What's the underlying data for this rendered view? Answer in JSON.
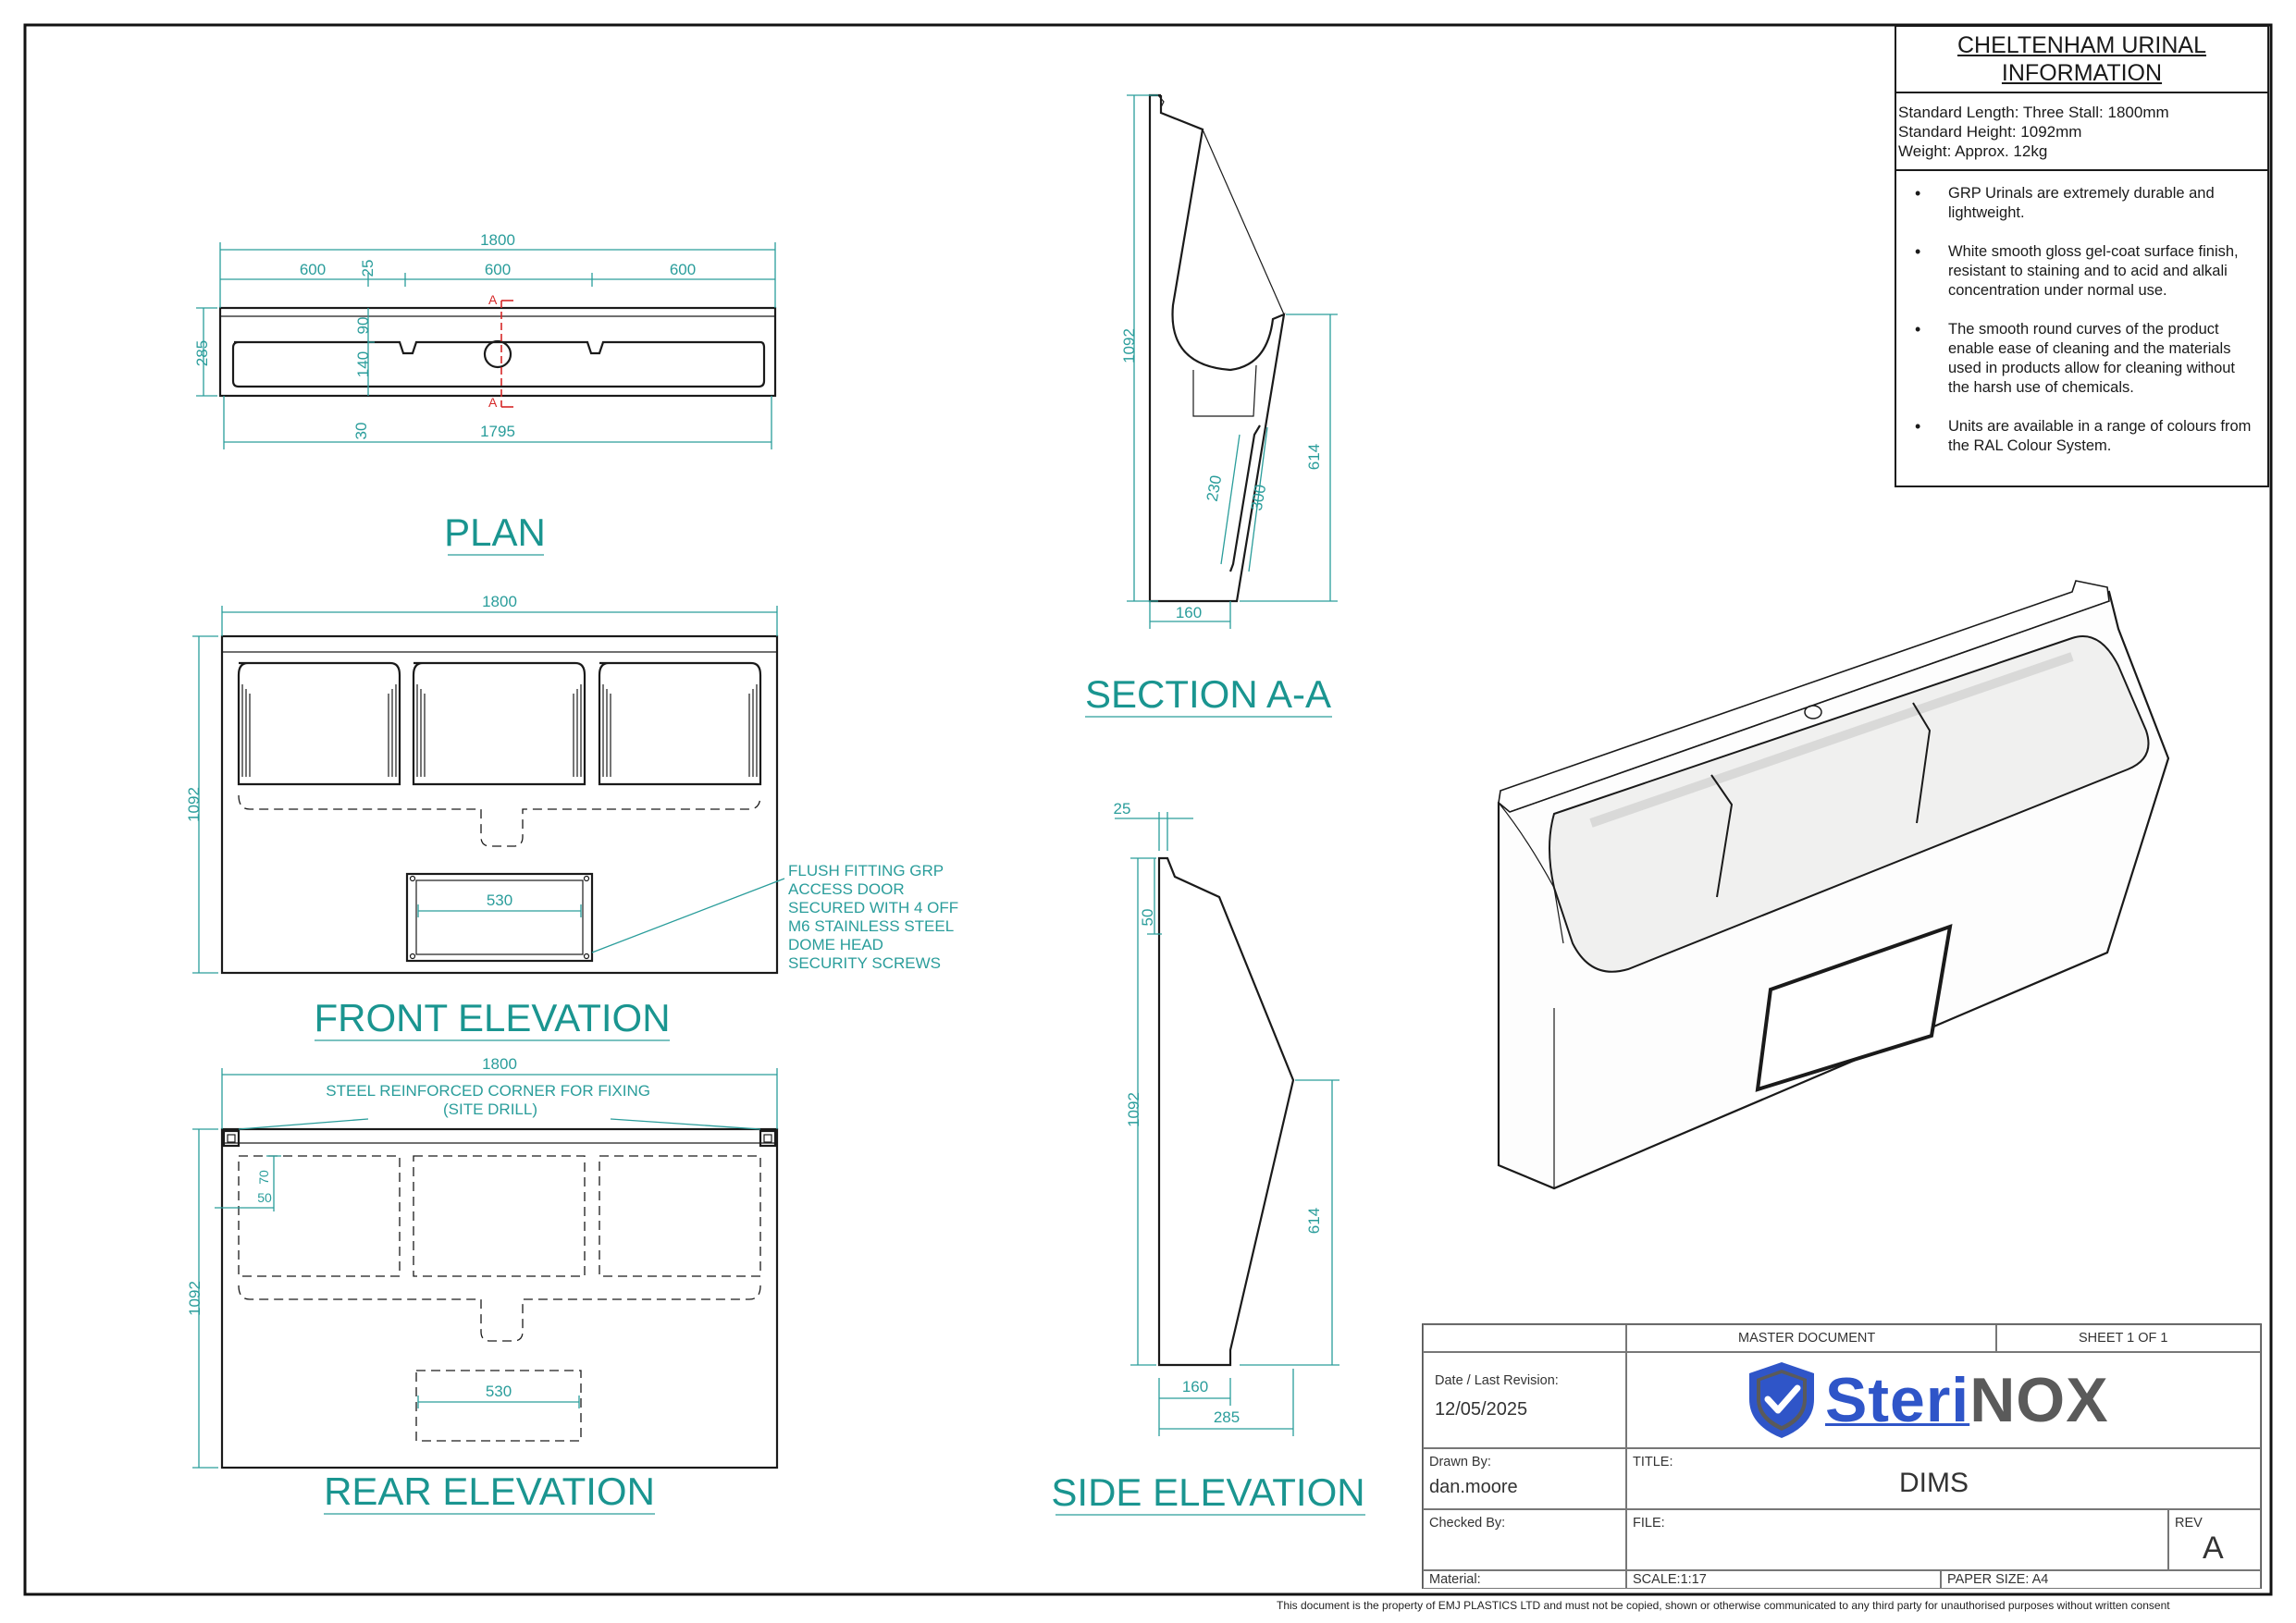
{
  "info": {
    "title_line1": "CHELTENHAM URINAL",
    "title_line2": "INFORMATION",
    "specs": [
      "Standard Length: Three Stall: 1800mm",
      "Standard Height: 1092mm",
      "Weight: Approx. 12kg"
    ],
    "bullets": [
      "GRP Urinals are extremely durable and lightweight.",
      "White smooth gloss gel-coat surface finish, resistant to staining and to acid and alkali concentration under normal use.",
      "The smooth round curves of the product enable ease of cleaning and the materials used in products allow for cleaning without the harsh use of chemicals.",
      "Units are available in a range of colours from the RAL Colour System."
    ]
  },
  "views": {
    "plan": "PLAN",
    "section": "SECTION A-A",
    "front": "FRONT ELEVATION",
    "rear": "REAR ELEVATION",
    "side": "SIDE ELEVATION"
  },
  "dims": {
    "plan": {
      "overall": "1800",
      "stall1": "600",
      "lip": "25",
      "stall2": "600",
      "stall3": "600",
      "depth": "285",
      "d90": "90",
      "d140": "140",
      "d30": "30",
      "bottom": "1795",
      "secA": "A"
    },
    "section": {
      "height": "1092",
      "d614": "614",
      "d230": "230",
      "d300": "300",
      "d160": "160"
    },
    "front": {
      "overall": "1800",
      "height": "1092",
      "door": "530"
    },
    "rear": {
      "overall": "1800",
      "height": "1092",
      "d70": "70",
      "d50": "50",
      "door": "530"
    },
    "side": {
      "d25": "25",
      "d50": "50",
      "height": "1092",
      "d614": "614",
      "d160": "160",
      "d285": "285"
    }
  },
  "notes": {
    "access_door": [
      "FLUSH FITTING GRP",
      "ACCESS DOOR",
      "SECURED WITH 4 OFF",
      "M6 STAINLESS STEEL",
      "DOME HEAD",
      "SECURITY SCREWS"
    ],
    "corner": [
      "STEEL REINFORCED CORNER FOR FIXING",
      "(SITE DRILL)"
    ]
  },
  "title_block": {
    "master": "MASTER DOCUMENT",
    "sheet": "SHEET 1 OF 1",
    "date_label": "Date / Last Revision:",
    "date_value": "12/05/2025",
    "logo_ster": "Steri",
    "logo_nox": "NOX",
    "drawn_label": "Drawn By:",
    "drawn_value": "dan.moore",
    "title_label": "TITLE:",
    "title_value": "DIMS",
    "checked_label": "Checked By:",
    "file_label": "FILE:",
    "rev_label": "REV",
    "rev_value": "A",
    "material_label": "Material:",
    "scale": "SCALE:1:17",
    "paper": "PAPER SIZE: A4"
  },
  "footer": "This document is the property of EMJ PLASTICS LTD and must not be copied, shown or otherwise communicated to any third party for unauthorised purposes without written consent",
  "colors": {
    "dimension": "#2a9d9b",
    "logo_blue": "#2f55c8",
    "logo_grey": "#5a5a5a",
    "section_marker": "#d62828"
  }
}
